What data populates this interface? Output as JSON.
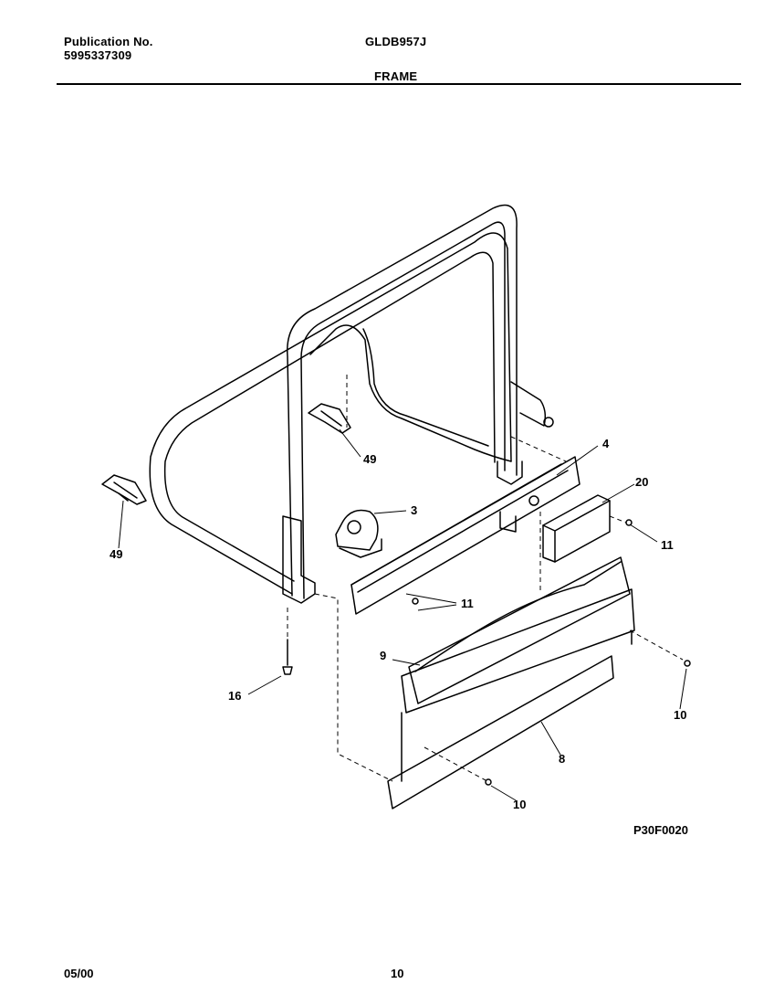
{
  "header": {
    "publication_label": "Publication No.",
    "publication_number": "5995337309",
    "model": "GLDB957J",
    "section_title": "FRAME"
  },
  "diagram": {
    "callouts": [
      "4",
      "20",
      "3",
      "49",
      "49",
      "11",
      "11",
      "9",
      "16",
      "10",
      "8",
      "10"
    ],
    "figure_code": "P30F0020"
  },
  "footer": {
    "date": "05/00",
    "page_number": "10"
  }
}
